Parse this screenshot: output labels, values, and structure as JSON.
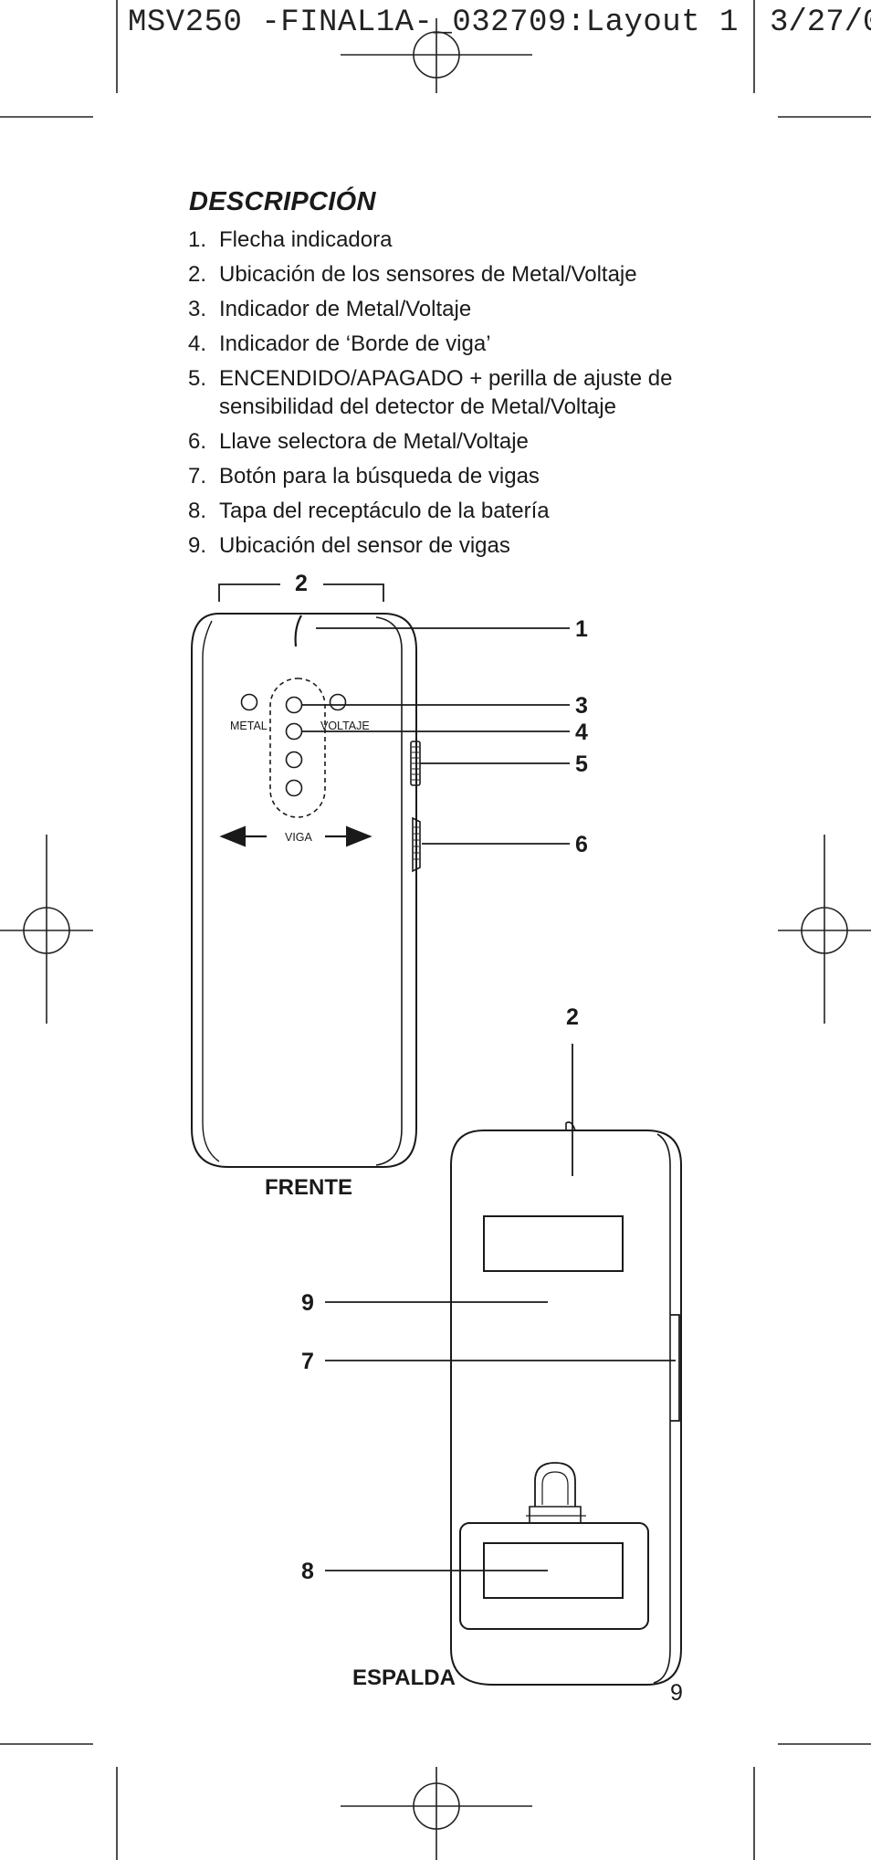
{
  "print_slug": {
    "file": "MSV250 -FINAL1A-_032709:Layout 1",
    "date": "3/27/0"
  },
  "description": {
    "heading": "DESCRIPCIÓN",
    "items": [
      {
        "num": "1.",
        "text": "Flecha indicadora"
      },
      {
        "num": "2.",
        "text": "Ubicación de los sensores de Metal/Voltaje"
      },
      {
        "num": "3.",
        "text": "Indicador de Metal/Voltaje"
      },
      {
        "num": "4.",
        "text": "Indicador de ‘Borde de viga’"
      },
      {
        "num": "5.",
        "text": "ENCENDIDO/APAGADO + perilla de ajuste de sensibilidad del detector de Metal/Voltaje"
      },
      {
        "num": "6.",
        "text": "Llave selectora de Metal/Voltaje"
      },
      {
        "num": "7.",
        "text": "Botón para la búsqueda de vigas"
      },
      {
        "num": "8.",
        "text": "Tapa del receptáculo de la batería"
      },
      {
        "num": "9.",
        "text": "Ubicación del sensor de vigas"
      }
    ]
  },
  "front_view": {
    "caption": "FRENTE",
    "callout_2": "2",
    "callout_1": "1",
    "callout_3": "3",
    "callout_4": "4",
    "callout_5": "5",
    "callout_6": "6",
    "metal_label": "METAL",
    "voltage_label": "VOLTAJE",
    "stud_label": "VIGA"
  },
  "back_view": {
    "caption": "ESPALDA",
    "callout_2": "2",
    "callout_9": "9",
    "callout_7": "7",
    "callout_8": "8"
  },
  "page_number": "9"
}
